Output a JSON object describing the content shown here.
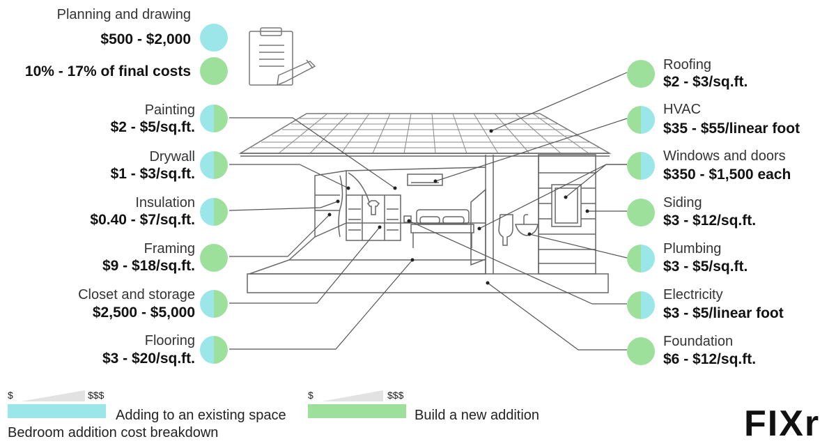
{
  "colors": {
    "blue": "#9ae6e8",
    "green": "#9ce09b",
    "line": "#555555",
    "roof": "#777777"
  },
  "planning": {
    "label": "Planning and drawing",
    "value_blue": "$500 - $2,000",
    "value_green": "10% - 17% of final costs"
  },
  "left_items": [
    {
      "label": "Painting",
      "value": "$2 - $5/sq.ft.",
      "fill": "split"
    },
    {
      "label": "Drywall",
      "value": "$1 - $3/sq.ft.",
      "fill": "split"
    },
    {
      "label": "Insulation",
      "value": "$0.40 - $7/sq.ft.",
      "fill": "split"
    },
    {
      "label": "Framing",
      "value": "$9 - $18/sq.ft.",
      "fill": "green"
    },
    {
      "label": "Closet and storage",
      "value": "$2,500 - $5,000",
      "fill": "split"
    },
    {
      "label": "Flooring",
      "value": "$3 - $20/sq.ft.",
      "fill": "split"
    }
  ],
  "right_items": [
    {
      "label": "Roofing",
      "value": "$2 - $3/sq.ft.",
      "fill": "green"
    },
    {
      "label": "HVAC",
      "value": "$35 - $55/linear foot",
      "fill": "split"
    },
    {
      "label": "Windows and doors",
      "value": "$350 - $1,500 each",
      "fill": "split"
    },
    {
      "label": "Siding",
      "value": "$3 - $12/sq.ft.",
      "fill": "green"
    },
    {
      "label": "Plumbing",
      "value": "$3 - $5/sq.ft.",
      "fill": "split"
    },
    {
      "label": "Electricity",
      "value": "$3 - $5/linear foot",
      "fill": "split"
    },
    {
      "label": "Foundation",
      "value": "$6 - $12/sq.ft.",
      "fill": "green"
    }
  ],
  "legend": {
    "low": "$",
    "high": "$$$",
    "existing": "Adding to an existing space",
    "new": "Build a new addition"
  },
  "caption": "Bedroom addition cost breakdown",
  "logo": "FIXr"
}
